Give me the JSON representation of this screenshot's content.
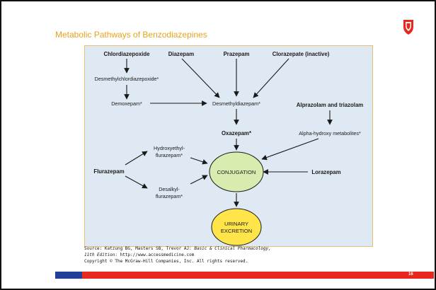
{
  "slide": {
    "title": "Metabolic Pathways of Benzodiazepines",
    "page_number": "16",
    "logo_icon": "red-shield-logo-icon"
  },
  "diagram": {
    "drugs": {
      "chlordiazepoxide": "Chlordiazepoxide",
      "diazepam": "Diazepam",
      "prazepam": "Prazepam",
      "clorazepate": "Clorazepate (inactive)",
      "alprazolam": "Alprazolam and triazolam",
      "flurazepam": "Flurazepam",
      "lorazepam": "Lorazepam"
    },
    "metabolites": {
      "desmethylchlordiazepoxide": "Desmethylchlordiazepoxide*",
      "demoxepam": "Demoxepam*",
      "desmethyldiazepam": "Desmethyldiazepam*",
      "oxazepam": "Oxazepam*",
      "alpha_hydroxy": "Alpha-hydroxy metabolites*",
      "hydroxyethyl_line1": "Hydroxyethyl-",
      "hydroxyethyl_line2": "flurazepam*",
      "desalkyl_line1": "Desalkyl-",
      "desalkyl_line2": "flurazepam*"
    },
    "conjugation": "CONJUGATION",
    "urinary_line1": "URINARY",
    "urinary_line2": "EXCRETION",
    "colors": {
      "conjugation_fill": "#d8ecb0",
      "urinary_fill": "#ffe44a",
      "panel_bg": "#dfe9f3"
    }
  },
  "source": {
    "line1_prefix": "Source: Katzung BG, Masters SB, Trevor AJ: ",
    "line1_italic": "Basic & Clinical Pharmacology,",
    "line2_italic": "11th Edition",
    "line2_rest": ": http://www.accessmedicine.com",
    "copyright": "Copyright © The McGraw-Hill Companies, Inc. All rights reserved."
  }
}
